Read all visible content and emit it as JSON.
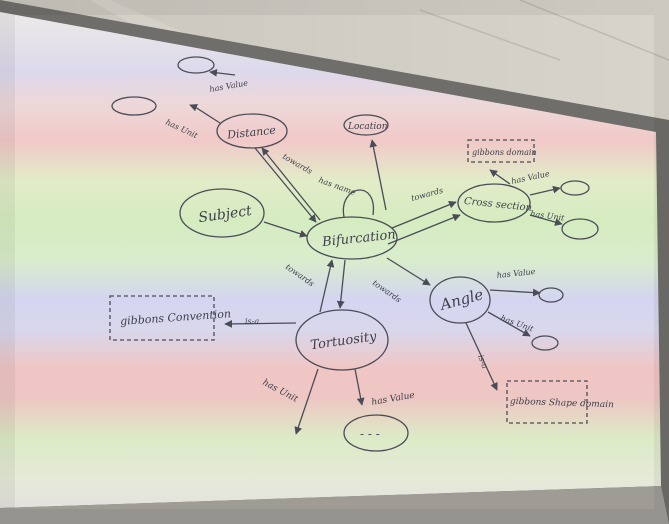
{
  "nodes": {
    "subject": "Subject",
    "bifurcation": "Bifurcation",
    "tortuosity": "Tortuosity",
    "angle": "Angle",
    "distance": "Distance",
    "location": "Location",
    "cross_section": "Cross section",
    "gibbons_convention": "gibbons Convention",
    "gibbons_shape_domain": "gibbons Shape domain",
    "global_domain": "gibbons domain",
    "value_placeholder": "- - -"
  },
  "edges": {
    "has_value": "has Value",
    "has_unit": "has Unit",
    "towards": "towards",
    "is_a": "is-a",
    "has_name": "has name"
  },
  "colors": {
    "ink": "#3d3f4a",
    "screen_band_red": "#f0c9c6",
    "screen_band_green": "#dcefc1",
    "screen_band_blue": "#d8d5ef",
    "screen_band_white": "#eceae8"
  }
}
